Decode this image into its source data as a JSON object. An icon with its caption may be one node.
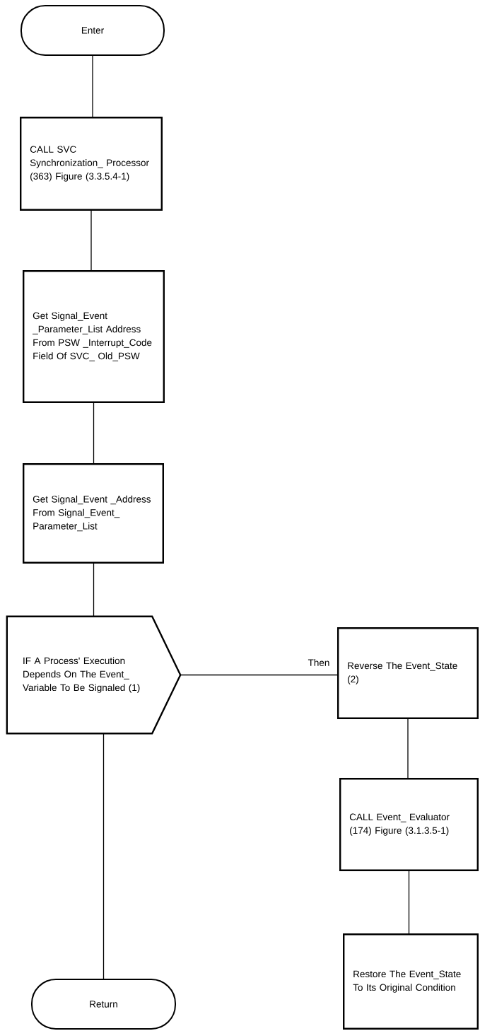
{
  "diagram": {
    "nodes": [
      {
        "text": [
          "Enter"
        ]
      },
      {
        "text": [
          "CALL SVC Synchronization_ Processor (363) Figure (3.3.5.4-1)"
        ]
      },
      {
        "text": [
          "Get Signal_Event _Parameter_List Address From PSW _Interrupt_Code Field Of SVC_ Old_PSW"
        ]
      },
      {
        "text": [
          "Get Signal_Event _Address From Signal_Event_ Parameter_List"
        ]
      },
      {
        "text": [
          "IF A Process' Execution Depends On The Event_ Variable To Be Signaled (1)"
        ]
      },
      {
        "text": [
          "Return"
        ]
      },
      {
        "text": [
          "Reverse The Event_State (2)"
        ]
      },
      {
        "text": [
          "CALL Event_ Evaluator (174) Figure (3.1.3.5-1)"
        ]
      },
      {
        "text": [
          "Restore The Event_State To Its Original Condition"
        ]
      }
    ],
    "edges": [
      {
        "from": 0,
        "to": 1,
        "arrow": "none"
      },
      {
        "from": 1,
        "to": 2,
        "arrow": "none"
      },
      {
        "from": 2,
        "to": 3,
        "arrow": "none"
      },
      {
        "from": 3,
        "to": 4,
        "arrow": "none"
      },
      {
        "from": 4,
        "to": 6,
        "arrow": "none",
        "label": "Then"
      },
      {
        "from": 4,
        "to": 5,
        "arrow": "none"
      },
      {
        "from": 6,
        "to": 7,
        "arrow": "none"
      },
      {
        "from": 7,
        "to": 8,
        "arrow": "none"
      }
    ]
  }
}
